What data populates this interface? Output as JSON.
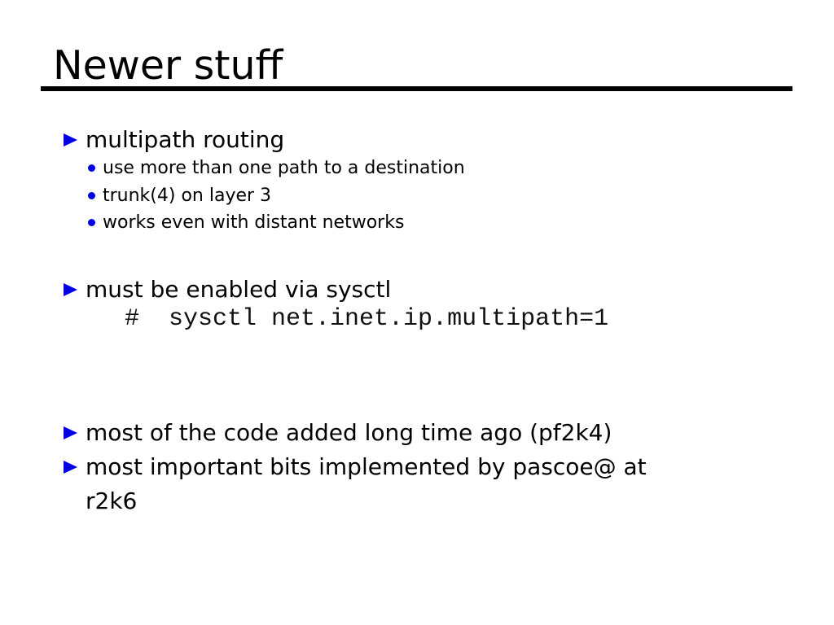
{
  "slide": {
    "title": "Newer stuff",
    "bullets": [
      {
        "label": "multipath routing",
        "sub_items": [
          "use more than one path to a destination",
          "trunk(4) on layer 3",
          "works even with distant networks"
        ]
      },
      {
        "label": "must be enabled via sysctl",
        "code": "#  sysctl net.inet.ip.multipath=1"
      },
      {
        "label": "most of the code added long time ago (pf2k4)"
      },
      {
        "label": "most important bits implemented by pascoe@ at",
        "label_continuation": "r2k6"
      }
    ],
    "colors": {
      "bullet_blue": "#0000e0",
      "text": "#000000",
      "rule": "#000000",
      "background": "#ffffff"
    }
  }
}
